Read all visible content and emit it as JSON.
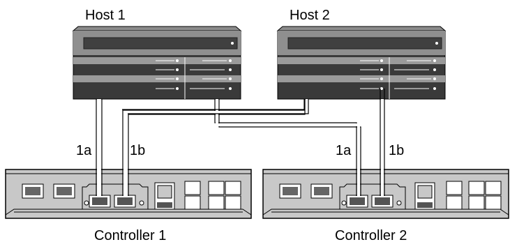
{
  "hosts": [
    {
      "label": "Host 1"
    },
    {
      "label": "Host 2"
    }
  ],
  "controllers": [
    {
      "label": "Controller 1",
      "ports": [
        "1a",
        "1b"
      ]
    },
    {
      "label": "Controller 2",
      "ports": [
        "1a",
        "1b"
      ]
    }
  ],
  "colors": {
    "host_top": "#8c8c8c",
    "host_front": "#3a3a3a",
    "host_gray": "#9a9a9a",
    "controller_fill": "#c8c8c8",
    "cable": "#000000"
  }
}
